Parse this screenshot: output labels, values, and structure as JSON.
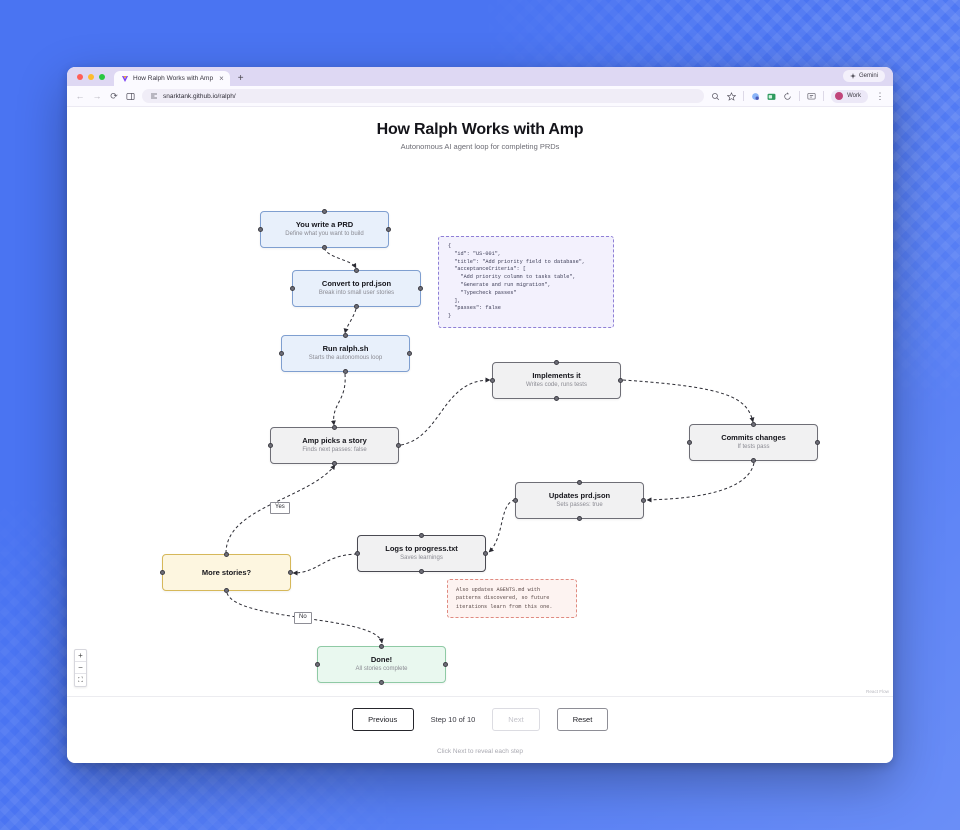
{
  "browser": {
    "tab": {
      "title": "How Ralph Works with Amp",
      "favicon": "amp-logo-icon",
      "close": "×"
    },
    "newtab_label": "+",
    "gemini_label": "Gemini",
    "nav": {
      "back": "←",
      "forward": "→",
      "reload": "⟳",
      "sidepanel": "split-panel-icon"
    },
    "omnibox": {
      "url": "snarktank.github.io/ralph/",
      "lock": "site-info-icon"
    },
    "toolbar_icons": [
      "zoom-icon",
      "bookmark-star-icon",
      "extension-puzzle-icon",
      "password-manager-icon",
      "history-icon",
      "cast-icon"
    ],
    "profile": {
      "label": "Work"
    },
    "menu": "⋮"
  },
  "page": {
    "title": "How Ralph Works with Amp",
    "subtitle": "Autonomous AI agent loop for completing PRDs",
    "attribution": "React Flow"
  },
  "nodes": [
    {
      "id": "prd",
      "title": "You write a PRD",
      "sub": "Define what you want to build",
      "color": "blue"
    },
    {
      "id": "convert",
      "title": "Convert to prd.json",
      "sub": "Break into small user stories",
      "color": "blue"
    },
    {
      "id": "run",
      "title": "Run ralph.sh",
      "sub": "Starts the autonomous loop",
      "color": "blue"
    },
    {
      "id": "picks",
      "title": "Amp picks a story",
      "sub": "Finds next passes: false",
      "color": "gray"
    },
    {
      "id": "implements",
      "title": "Implements it",
      "sub": "Writes code, runs tests",
      "color": "gray"
    },
    {
      "id": "commits",
      "title": "Commits changes",
      "sub": "If tests pass",
      "color": "gray"
    },
    {
      "id": "updates",
      "title": "Updates prd.json",
      "sub": "Sets passes: true",
      "color": "gray"
    },
    {
      "id": "logs",
      "title": "Logs to progress.txt",
      "sub": "Saves learnings",
      "color": "dark"
    },
    {
      "id": "more",
      "title": "More stories?",
      "sub": "",
      "color": "amber"
    },
    {
      "id": "done",
      "title": "Done!",
      "sub": "All stories complete",
      "color": "green"
    }
  ],
  "edge_labels": [
    {
      "id": "yes",
      "text": "Yes"
    },
    {
      "id": "no",
      "text": "No"
    }
  ],
  "code_block": "{\n  \"id\": \"US-001\",\n  \"title\": \"Add priority field to database\",\n  \"acceptanceCriteria\": [\n    \"Add priority column to tasks table\",\n    \"Generate and run migration\",\n    \"Typecheck passes\"\n  ],\n  \"passes\": false\n}",
  "note_block": "Also updates AGENTS.md with\npatterns discovered, so future\niterations learn from this one.",
  "zoom_controls": {
    "zoom_in": "+",
    "zoom_out": "−",
    "fit_view": "⛶"
  },
  "footer": {
    "previous": "Previous",
    "step_text": "Step 10 of 10",
    "next": "Next",
    "reset": "Reset",
    "hint": "Click Next to reveal each step"
  },
  "colors": {
    "desktop": "#4571f0",
    "blue_node": "#e8f0fb",
    "amber_node": "#fdf8e4",
    "green_node": "#edf8f0",
    "code_box": "#f4f4fd",
    "note_box": "#fdf0ef"
  }
}
